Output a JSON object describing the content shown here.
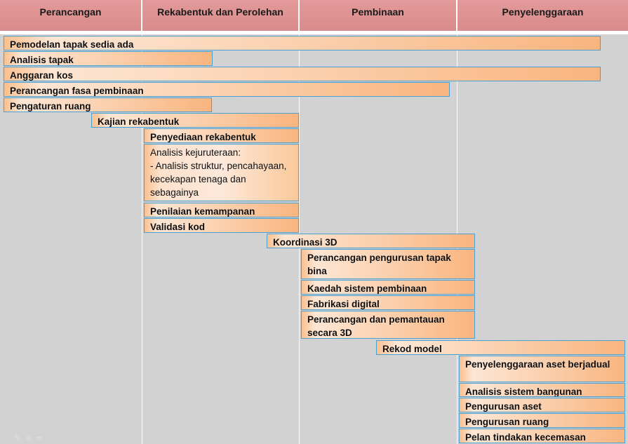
{
  "columns": [
    {
      "label": "Perancangan"
    },
    {
      "label": "Rekabentuk dan Perolehan"
    },
    {
      "label": "Pembinaan"
    },
    {
      "label": "Penyelenggaraan"
    }
  ],
  "tasks": [
    {
      "label": "Pemodelan tapak sedia ada"
    },
    {
      "label": "Analisis tapak"
    },
    {
      "label": "Anggaran kos"
    },
    {
      "label": "Perancangan fasa pembinaan"
    },
    {
      "label": "Pengaturan ruang"
    },
    {
      "label": "Kajian rekabentuk"
    },
    {
      "label": "Penyediaan rekabentuk"
    },
    {
      "label": "Analisis kejuruteraan:\n- Analisis struktur, pencahayaan, kecekapan tenaga dan sebagainya"
    },
    {
      "label": "Penilaian kemampanan"
    },
    {
      "label": "Validasi kod"
    },
    {
      "label": "Koordinasi 3D"
    },
    {
      "label": "Perancangan pengurusan tapak bina"
    },
    {
      "label": "Kaedah sistem pembinaan"
    },
    {
      "label": "Fabrikasi digital"
    },
    {
      "label": "Perancangan dan pemantauan secara 3D"
    },
    {
      "label": "Rekod model"
    },
    {
      "label": "Penyelenggaraan aset berjadual"
    },
    {
      "label": "Analisis sistem bangunan"
    },
    {
      "label": "Pengurusan aset"
    },
    {
      "label": "Pengurusan ruang"
    },
    {
      "label": "Pelan tindakan kecemasan"
    }
  ]
}
